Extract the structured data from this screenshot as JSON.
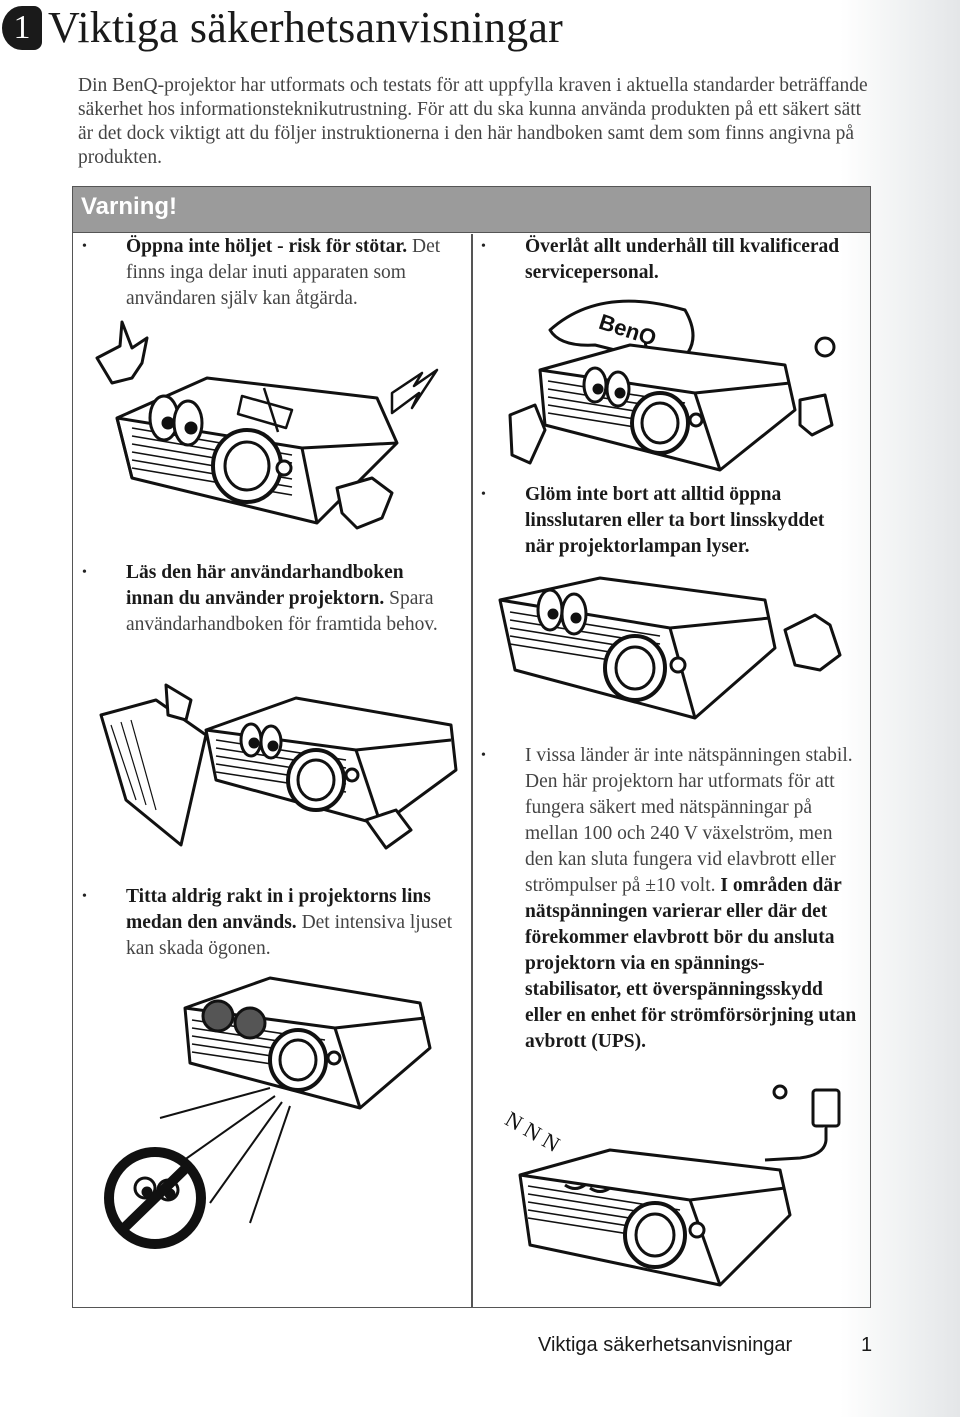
{
  "chapter": {
    "number": "1",
    "title": "Viktiga säkerhetsanvisningar"
  },
  "intro": "Din BenQ-projektor har utformats och testats för att uppfylla kraven i aktuella standarder beträffande säkerhet hos informationsteknikutrustning. För att du ska kunna använda produkten på ett säkert sätt är det dock viktigt att du följer instruktionerna i den här handboken samt dem som finns angivna på produkten.",
  "warning_box": {
    "header": "Varning!",
    "left": [
      {
        "bold": "Öppna inte höljet - risk för stötar.",
        "rest": " Det finns inga delar inuti apparaten som användaren själv kan åtgärda."
      },
      {
        "bold": "Läs den här användarhandboken innan du använder projektorn.",
        "rest": " Spara användarhandboken för framtida behov."
      },
      {
        "bold": "Titta aldrig rakt in i projektorns lins medan den används.",
        "rest": " Det intensiva ljuset kan skada ögonen."
      }
    ],
    "right": [
      {
        "bold": "Överlåt allt underhåll till kvalificerad servicepersonal.",
        "rest": ""
      },
      {
        "bold": "Glöm inte bort att alltid öppna linsslutaren eller ta bort linsskyddet när projektorlampan lyser.",
        "rest": ""
      },
      {
        "bold_pre": "",
        "rest_pre": "I vissa länder är inte nätspänningen stabil. Den här projektorn har utformats för att fungera säkert med nätspänningar på mellan 100 och 240 V växelström, men den kan sluta fungera vid elavbrott eller strömpulser på ±10 volt.",
        "bold": " I områden där nätspänningen varierar eller där det förekommer elavbrott bör du ansluta projektorn via en spännings-stabilisator, ett överspänningsskydd eller en enhet för strömförsörjning utan avbrott (UPS)."
      }
    ],
    "bullet": "•",
    "cap_logo": "BenQ",
    "sleep_text": "N N N"
  },
  "footer": {
    "title": "Viktiga säkerhetsanvisningar",
    "page": "1"
  }
}
